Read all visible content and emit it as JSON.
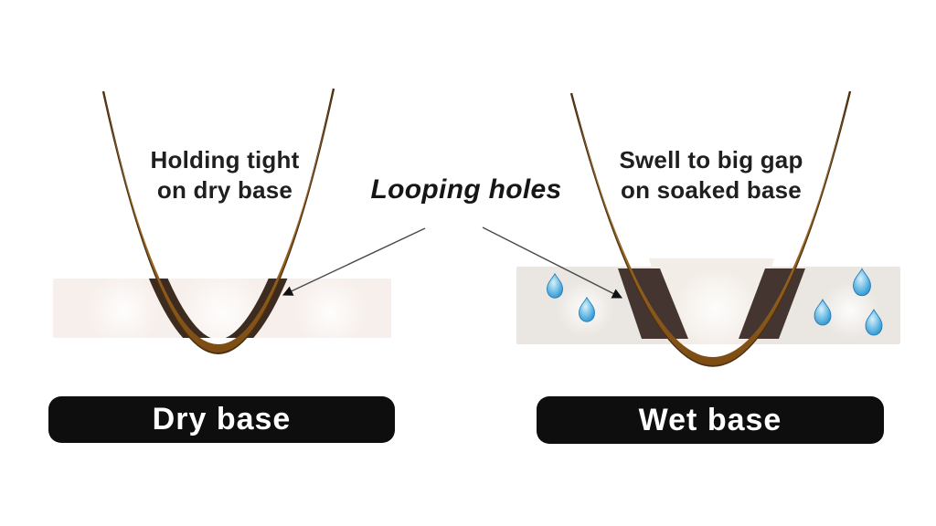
{
  "captions": {
    "dry": {
      "line1": "Holding tight",
      "line2": "on dry base"
    },
    "wet": {
      "line1": "Swell to big gap",
      "line2": "on soaked base"
    },
    "center_label": "Looping holes"
  },
  "labels": {
    "dry": "Dry base",
    "wet": "Wet base"
  },
  "droplets": {
    "left_count": 2,
    "right_count": 3
  },
  "colors": {
    "dry_base": "#f7efeb",
    "wet_base": "#eae6e1",
    "wet_gap": "#f3ede7",
    "hole_edge_dark": "#3c2b1e",
    "swollen_hole": "#453530",
    "cord_main": "#8f5d20",
    "cord_outline": "#4d3010",
    "droplet_blue": "#2f9ad4",
    "arrow": "#4a4a4a",
    "pill_bg": "#0e0e0e",
    "pill_text": "#ffffff",
    "text": "#1f1f1f"
  }
}
